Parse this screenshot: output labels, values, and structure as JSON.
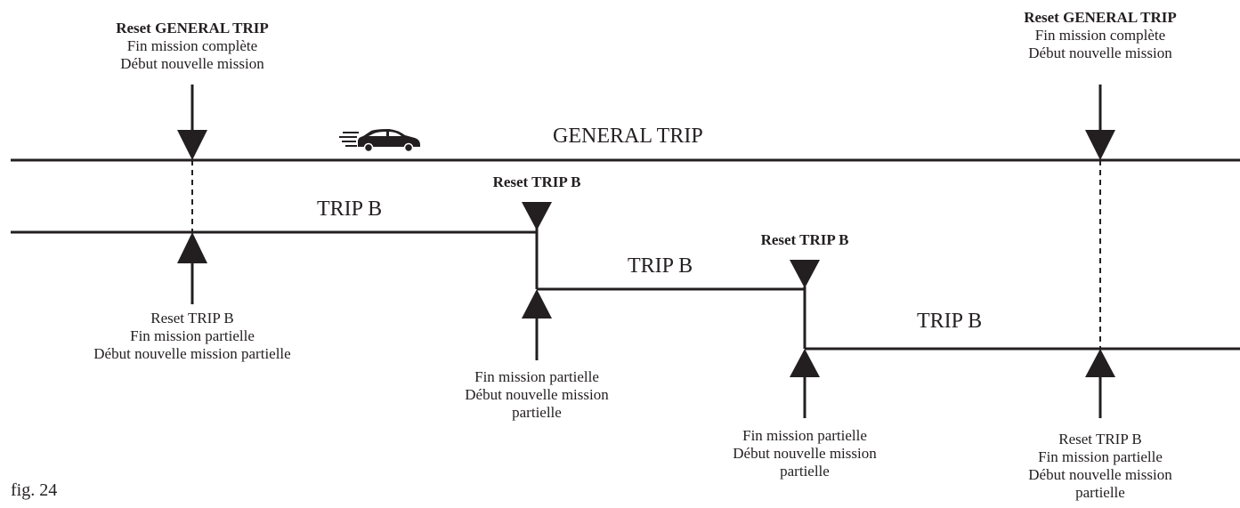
{
  "colors": {
    "ink": "#231f20",
    "background": "#ffffff"
  },
  "labels": {
    "general_trip": "GENERAL TRIP",
    "trip_b_1": "TRIP B",
    "trip_b_2": "TRIP B",
    "trip_b_3": "TRIP B"
  },
  "reset_general_left": {
    "title": "Reset GENERAL TRIP",
    "line1": "Fin mission complète",
    "line2": "Début nouvelle mission"
  },
  "reset_general_right": {
    "title": "Reset GENERAL TRIP",
    "line1": "Fin mission complète",
    "line2": "Début nouvelle mission"
  },
  "reset_trip_b_top_1": {
    "title": "Reset TRIP B"
  },
  "reset_trip_b_top_2": {
    "title": "Reset TRIP B"
  },
  "bottom_1": {
    "line1": "Reset TRIP B",
    "line2": "Fin mission partielle",
    "line3": "Début nouvelle mission partielle"
  },
  "bottom_2": {
    "line1": "Fin mission partielle",
    "line2": "Début nouvelle mission",
    "line3": "partielle"
  },
  "bottom_3": {
    "line1": "Fin mission partielle",
    "line2": "Début nouvelle mission",
    "line3": "partielle"
  },
  "bottom_4": {
    "line1": "Reset TRIP B",
    "line2": "Fin mission partielle",
    "line3": "Début nouvelle mission",
    "line4": "partielle"
  },
  "icons": {
    "car": "car-icon"
  },
  "figure": {
    "caption": "fig. 24"
  }
}
